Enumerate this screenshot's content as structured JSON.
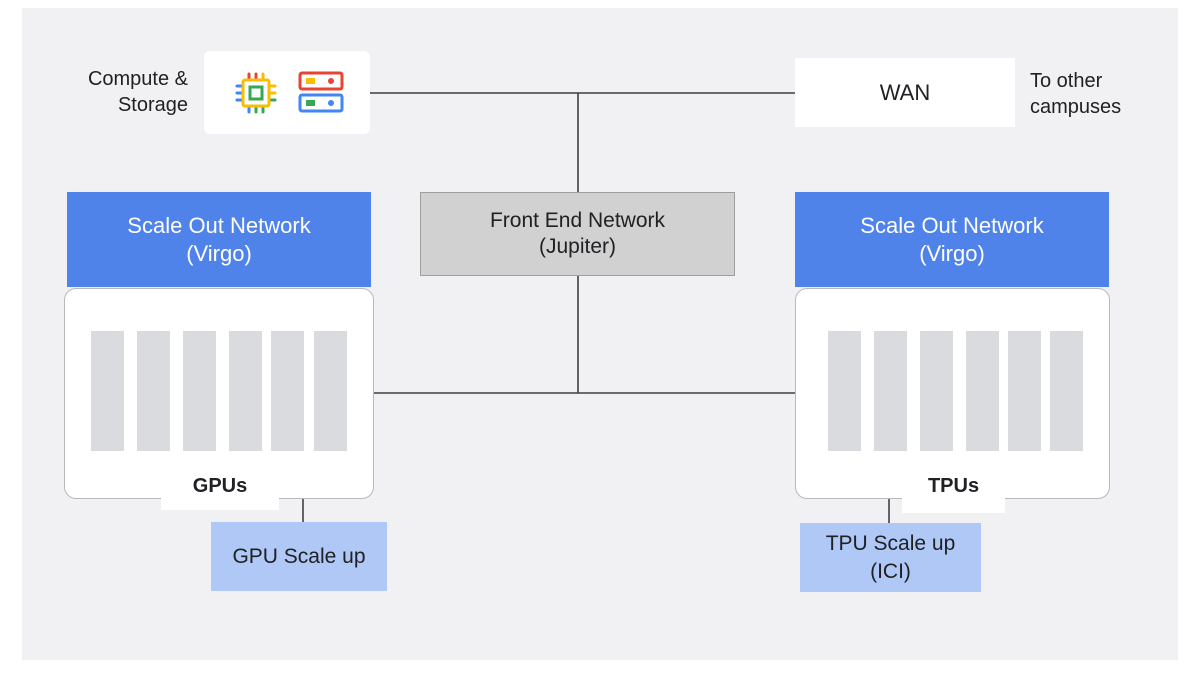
{
  "compute_storage": {
    "label": "Compute &\nStorage",
    "icons": [
      "cpu-chip-icon",
      "storage-server-icon"
    ]
  },
  "wan": {
    "label": "WAN",
    "note": "To other\ncampuses"
  },
  "front_end": {
    "title": "Front End Network",
    "subtitle": "(Jupiter)"
  },
  "scale_out_left": {
    "title": "Scale Out Network",
    "subtitle": "(Virgo)"
  },
  "scale_out_right": {
    "title": "Scale Out Network",
    "subtitle": "(Virgo)"
  },
  "gpu": {
    "label": "GPUs",
    "scale_up": "GPU Scale up"
  },
  "tpu": {
    "label": "TPUs",
    "scale_up_line1": "TPU Scale up",
    "scale_up_line2": "(ICI)"
  },
  "colors": {
    "background": "#f1f1f3",
    "scale_out_blue": "#4f83ea",
    "scale_up_blue": "#afc8f6",
    "front_end_gray": "#d1d1d1",
    "rack_bar_gray": "#dadbdf",
    "wire": "#3c4043"
  }
}
